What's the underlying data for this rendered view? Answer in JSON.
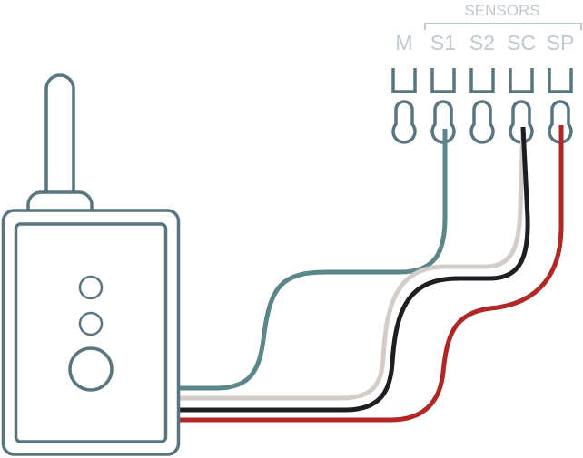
{
  "group_label": "SENSORS",
  "terminals": [
    {
      "label": "M",
      "wire": null
    },
    {
      "label": "S1",
      "wire": "teal"
    },
    {
      "label": "S2",
      "wire": null
    },
    {
      "label": "SC",
      "wire": "black_beige"
    },
    {
      "label": "SP",
      "wire": "red"
    }
  ],
  "colors": {
    "outline": "#587580",
    "label": "#bfc9ce",
    "wire_teal": "#5b878a",
    "wire_beige": "#d3ccc8",
    "wire_black": "#1d1e22",
    "wire_red": "#b12725"
  },
  "icons": {
    "device": "sensor-transmitter-icon",
    "antenna": "antenna-icon",
    "terminal": "screw-terminal-icon"
  }
}
